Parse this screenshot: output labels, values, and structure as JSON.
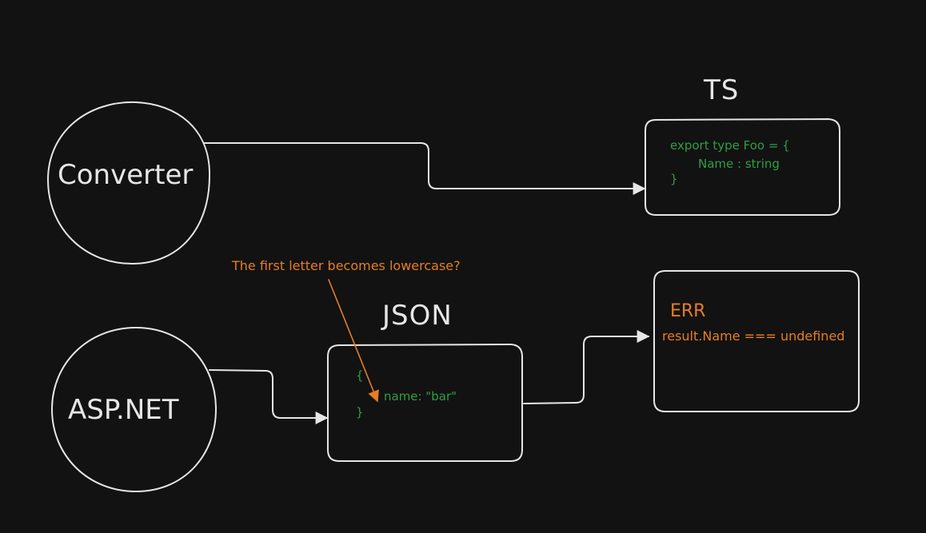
{
  "nodes": {
    "converter": {
      "label": "Converter"
    },
    "aspnet": {
      "label": "ASP.NET"
    }
  },
  "boxes": {
    "ts": {
      "title": "TS",
      "lines": [
        "export type Foo = {",
        "Name : string",
        "}"
      ]
    },
    "json": {
      "title": "JSON",
      "lines": [
        "{",
        "name: \"bar\"",
        "}"
      ]
    },
    "err": {
      "title": "ERR",
      "body": "result.Name === undefined"
    }
  },
  "annotation": {
    "text": "The first letter becomes lowercase?"
  },
  "colors": {
    "background": "#121212",
    "stroke": "#e6e6e6",
    "code": "#2f9e44",
    "accent": "#e67e22"
  }
}
